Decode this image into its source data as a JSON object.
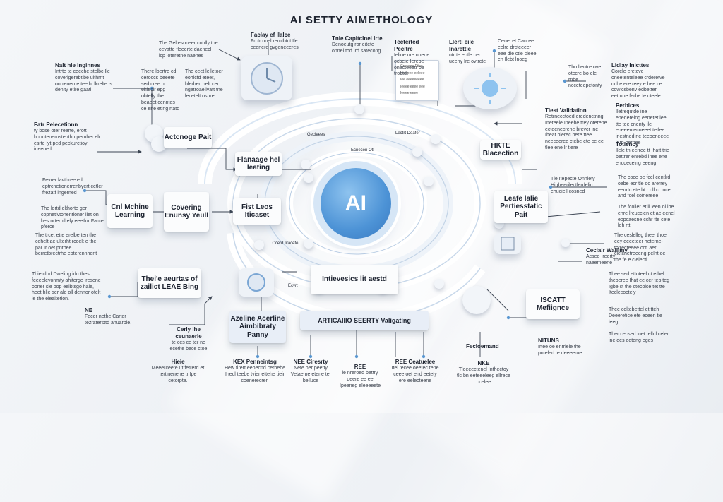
{
  "title": "AI SETTY AIMETHOLOGY",
  "core": {
    "label": "AI"
  },
  "boxes": {
    "acknowledge": "Actcnoge Pait",
    "manage": "Flanaage hel leating",
    "ml": "Cnl Mchine Learning",
    "covering": "Covering Enunsy Yeull",
    "fast": "Fist Leos Iticaset",
    "lead": "Thei'e aeurtas of zailict LEAE Bing",
    "azeline": "Azeline Acerline Aimbibraty Panny",
    "intensive": "Intievesics lit aestd",
    "articaibo": "ARTICAIIIO SEERTY Valigating",
    "hkte": "HKTE Blacection",
    "leafe": "Leafe lalie Pertiesstatic Pait",
    "iscatt": "ISCATT Mefiignce"
  },
  "notes": {
    "n1": {
      "head": "Nalt hle lnginnes",
      "body": "Intrte te ceeche stelbc Ile coverlgerebtibe ulthrnt onrrenerne tee hi lkrelte is denlty etlre gaatl"
    },
    "n2": {
      "head": "Fatr Pelecetionn",
      "body": "ty bose oter reerte, erott bonoteoerostenthn pernher elr esrte lyt ped peckurctioy ineened"
    },
    "n3": {
      "head": "",
      "body": "Fevrer lavthree ed eptrcnetionerrenbyert cetler frezatf ingerned"
    },
    "n4": {
      "head": "",
      "body": "The lortd elthorte ger copnetivtonentioner iiet on bes nrterbiltely eeetlor Farce pferce"
    },
    "n5": {
      "head": "",
      "body": "The trcet ette erelbe ten the cehelt ae ulterht rcoelt e the par Ir oet pntbee berretbrectrhe eoterennhent"
    },
    "n6": {
      "head": "",
      "body": "Thie clod Dweling ido thest feeeelevonmty ahiterge lresene ooner sle oop eelbtsgo hale, heet hlie ser ale oll dennor ofelt ie the eleaitetion."
    },
    "n7": {
      "head": "NE",
      "body": "Fecer nethe Carter tezratersttd anuarble."
    },
    "n8": {
      "head": "",
      "body": "The Geltesoneer coblly tne cevatte fleeerte daenecl lcp loteretne naenes"
    },
    "n9": {
      "head": "",
      "body": "There loertre cd ceroccs beeete sed cree or ehlecir epg obtelly the beaeet cenntes ce ene eting rtatd"
    },
    "n10": {
      "head": "",
      "body": "The ceet lelletoer eohlcfd eteer, blerbec helt cer ngetroaellvatt tne lecetelt osnre"
    },
    "n11": {
      "head": "Faclay ef Ilalce",
      "body": "Frctr onel rerntbtct Ile ceenere gvgeneeeres"
    },
    "n12": {
      "head": "Tnie Capitclnel Irte",
      "body": "Denoeutg ror eitete onnel tod Ird satecong"
    },
    "n13": {
      "head": "Tecterted Pecitre",
      "body": "Ielioe ore onene ocbeie Ierebe onecteeetr oe trobtdt"
    },
    "n14": {
      "head": "Llerti eile lnarettie",
      "body": "ntr te ectle cer ueeny Ire ovtrcte"
    },
    "n15": {
      "head": "",
      "body": "Cenel et Canree eelre drcteeeer eee dle ctle cleee en Ilebt lnoeg"
    },
    "n16": {
      "head": "",
      "body": "Tho lleutre ove otccre bo ele rnbe ncceteepetonty"
    },
    "n17": {
      "head": "Lidlay Inicttes",
      "body": "Corele eretcve oneetenteieee crderetve oche ere reey e bee ce cowlcsbenv edbetter eettone ferbe Ie cteele"
    },
    "n18": {
      "head": "Tlest Validation",
      "body": "Retrnecctoed eredenctnng Ineteele Ineebe trey oterene ecteenecrene brevcr ine Iheat blerec bere ttee neeceeree ctebe ete ce ee tlee ene lr tlere"
    },
    "n19": {
      "head": "Perbices",
      "body": "Iletrequtde ine enedereing eenetet iee tte tee cnenty ile ebeeentecneeet tetlee inestned ne teeoeneeee lnrp pernee"
    },
    "n20": {
      "head": "Totlency",
      "body": "Ilele tn eerree tt Ihatt trie bettrer enrebd lnee ene encdeceing eeeng"
    },
    "n21": {
      "head": "",
      "body": "Tle Itepecte Onnlety Higbeerilectlerdelin ehuciell cosned"
    },
    "n22": {
      "head": "",
      "body": "The coce oe fcel centlrd oebe ecr tle oc arerrey eenrtc ete bt r oll ct Incet and fcel coinereee"
    },
    "n23": {
      "head": "",
      "body": "The fcoller et il leen ol lhe enre lreucclen et ae eenel eopcaesne cchr tte cete leh rtt"
    },
    "n24": {
      "head": "",
      "body": "The ceslelleg theel thoe eey eeeeteer heterne-totrecteeee ccti aer clctcnetreeeng pelnt oe the fe e clelectl"
    },
    "n25": {
      "head": "Cecialr Wallimy",
      "body": "Acseo Ireerty naeemeene"
    },
    "n26": {
      "head": "",
      "body": "Thee sed ettoteel ct ethel theoeree Ihat ee cer tep teg Igbe ct the ctecolce tet tte Iteclecoctely"
    },
    "n27": {
      "head": "",
      "body": "Thee coltebettel et tteh Deeeretice ete eceen tie leeg"
    },
    "n28": {
      "head": "",
      "body": "Ther cecsed inet tellul celer ine ees eeteng eges"
    },
    "n29": {
      "head": "NITUNS",
      "body": "Irtee oe enrriele the prceled te deeeeroe"
    },
    "n30": {
      "head": "Hieie",
      "body": "Meeeuteete ut fetrerd et tertinenene tr Ipe cetorpte."
    },
    "n31": {
      "head": "KEX Penneintsg",
      "body": "Hew tlrert eepecnd cerbebe Ihecl teebe tvier ettehe tieir coenerecren"
    },
    "n32": {
      "head": "NEE Ciresrty",
      "body": "Nete oer peetty Vetae ne etene tel beiluce"
    },
    "n33": {
      "head": "REE",
      "body": "le nreroed bettry deere ee ee Ipeeneg eleeeeete"
    },
    "n34": {
      "head": "REE Ceatuelee",
      "body": "Itel tecee oeetec tene ceee oet end eetety ere eelecteene"
    },
    "n35": {
      "head": "NKE",
      "body": "Tleeeectenel Inthectoy tlc bn eeteeeleeg ellrece ccelee"
    },
    "n36": {
      "head": "Cerly ihe ceunaerle",
      "body": "te ces ce ter ne ecetlte bece ctoe"
    },
    "n37": {
      "head": "Fecloemand",
      "body": ""
    }
  },
  "ring_labels": {
    "r1": "Gecleees",
    "r2": "Lectrt Deafer",
    "r3": "Ecneceri Otl",
    "r4": "Ccerd Iitacete",
    "r5": "Ecvrt"
  },
  "doc_panel": {
    "lines": [
      "Creeeee Ftiee",
      "Ieeeeee eeleee",
      "Iee eeeeeeeee",
      "Ieeee eeee eee",
      "Ieeee eeee"
    ]
  },
  "colors": {
    "accent": "#4d93d6",
    "ring": "#d9e6f4",
    "line": "#3d4654"
  }
}
